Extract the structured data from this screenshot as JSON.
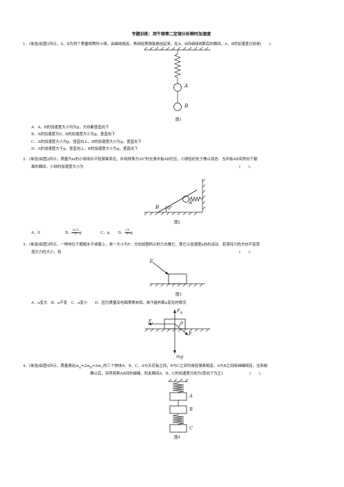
{
  "title": "专题训练：用牛顿第二定律分析瞬时加速度",
  "q1": {
    "stem": "1．(单选)如图1所示，A、B为两个质量相等的小球，由细线相连，再用轻质弹簧悬挂起来，在A、B间细线烧断后的瞬间，A、B的加速度分别是(　　)．",
    "fig_label_a": "A",
    "fig_label_b": "B",
    "caption": "图1",
    "options": [
      "A．A、B的加速度大小均为g，方向都竖直向下",
      "B．A的加速度为0，B的加速度大小为g，竖直向下",
      "C．A的加速度大小为g，竖直向上，B的加速度大小为g，竖直向下",
      "D．A的加速度大于g，竖直向上，B的加速度大小为g，竖直向下"
    ]
  },
  "q2": {
    "stem_line1": "2．(单选)如图2所示，质量为m的小球用水平轻弹簧系住，并用倾角为30°的光滑木板AB托住，小球恰好处于静止状态．当木板AB突然向下撤",
    "stem_line2": "离的瞬间，小球的加速度大小为",
    "paren": "(　　)．",
    "fig_label_a": "A",
    "fig_label_b": "B",
    "fig_angle": "30°",
    "caption": "图2",
    "opt_a": "A．0",
    "opt_b_prefix": "B．",
    "opt_b_num": "2√3",
    "opt_b_den": "3",
    "opt_b_suffix": "g",
    "opt_c": "C．g",
    "opt_d_prefix": "D．",
    "opt_d_num": "√3",
    "opt_d_den": "3",
    "opt_d_suffix": "g"
  },
  "q3": {
    "stem_line1": "3．(单选)如图3所示，一物块位于粗糙水平桌面上，用一大小为F、方向如图所示的力去推它，使它以加速度a向右运动．若保持力的方向不变而",
    "stem_line2": "增大力的大小，则",
    "paren": "(　　)．",
    "fig_label_f": "F",
    "caption": "图3",
    "options": "A．a变大　B．a不变　C．a变小　　D．因为质量及地面摩擦未知，故不能判断a变化的情况",
    "fbd": {
      "fn": "F",
      "fn_sub": "N",
      "ff": "F",
      "ff_sub": "f",
      "theta": "θ",
      "f": "F",
      "mg": "mg"
    }
  },
  "q4": {
    "stem_line1": "4．(单选)如图4所示，质量满足m",
    "stem_sub_a": "A",
    "stem_eq1": "=2m",
    "stem_sub_b": "B",
    "stem_eq2": "=3m",
    "stem_sub_c": "C",
    "stem_rest1": "的三个物块A、B、C，A与天花板之间，B与C之间均用轻弹簧相连，A与B之间用细绳相连，当系统",
    "stem_line2": "静止后，突然剪断AB间的细绳，则此瞬间A、B、C的加速度分别为(取向下为正)",
    "paren": "(　　)．",
    "fig_label_a": "A",
    "fig_label_b": "B",
    "fig_label_c": "C",
    "caption": "图4"
  }
}
